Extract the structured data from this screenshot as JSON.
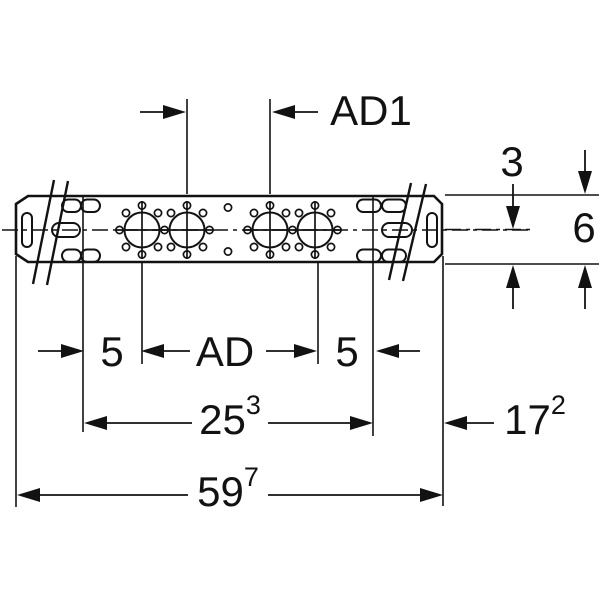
{
  "drawing": {
    "type": "technical-dimension-drawing",
    "subject": "mounting-plate-with-four-fastening-holes"
  },
  "colors": {
    "line": "#121212",
    "background": "#ffffff"
  },
  "dimensions": {
    "ad1": {
      "label": "AD1"
    },
    "height_top": {
      "label": "3"
    },
    "height_total": {
      "label": "6"
    },
    "offset_left": {
      "label": "5"
    },
    "ad": {
      "label": "AD"
    },
    "offset_right": {
      "label": "5"
    },
    "hole_span": {
      "main": "25",
      "sup": "3"
    },
    "end_offset": {
      "main": "17",
      "sup": "2"
    },
    "total_width": {
      "main": "59",
      "sup": "7"
    }
  }
}
